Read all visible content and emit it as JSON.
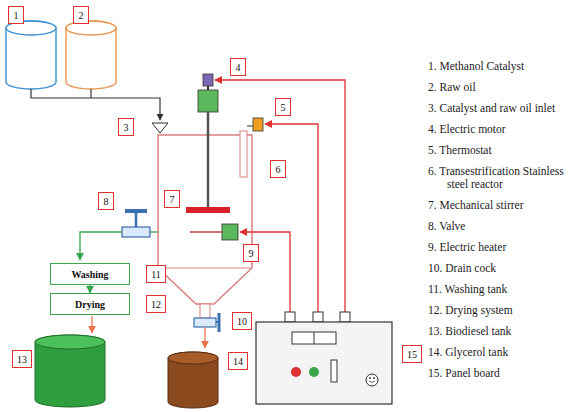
{
  "diagram": {
    "nodes": [
      {
        "text": [
          "1"
        ]
      },
      {
        "text": [
          "2"
        ]
      },
      {
        "text": [
          "4"
        ]
      },
      {
        "text": [
          "5"
        ]
      },
      {
        "text": [
          "3"
        ]
      },
      {
        "text": [
          "6"
        ]
      },
      {
        "text": [
          "8"
        ]
      },
      {
        "text": [
          "7"
        ]
      },
      {
        "text": [
          "9"
        ]
      },
      {
        "text": [
          "Washing"
        ]
      },
      {
        "text": [
          "11"
        ]
      },
      {
        "text": [
          "Drying"
        ]
      },
      {
        "text": [
          "12"
        ]
      },
      {
        "text": [
          "10"
        ]
      },
      {
        "text": [
          "15"
        ]
      },
      {
        "text": [
          "14"
        ]
      },
      {
        "text": [
          "13"
        ]
      }
    ],
    "edges": [
      {
        "from": 9,
        "to": 11,
        "arrow": "to"
      }
    ],
    "labels": [
      "1. Methanol Catalyst",
      "2. Raw oil",
      "3. Catalyst and raw oil inlet",
      "4. Electric motor",
      "5. Thermostat",
      "6. Transestrification Stainless steel reactor",
      "7. Mechanical stirrer",
      "8. Valve",
      "9. Electric heater",
      "10. Drain cock",
      "11. Washing tank",
      "12. Drying system",
      "13. Biodiesel tank",
      "14. Glycerol tank",
      "15. Panel board"
    ]
  }
}
